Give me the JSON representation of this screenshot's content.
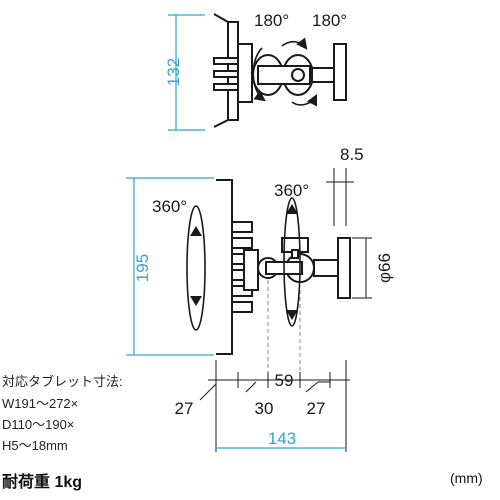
{
  "dimensions": {
    "overall_height_top": "132",
    "overall_height_front": "195",
    "flange_diameter": "φ66",
    "arm_offset": "8.5",
    "arm_spacing": "59",
    "left_offset": "27",
    "mid_offset": "30",
    "right_offset": "27",
    "overall_depth": "143"
  },
  "rotations": {
    "top_left": "180°",
    "top_right": "180°",
    "front_left": "360°",
    "front_right": "360°"
  },
  "compatible_tablet": {
    "heading": "対応タブレット寸法:",
    "width": "W191〜272×",
    "depth": "D110〜190×",
    "height": "H5〜18mm"
  },
  "load_capacity": "耐荷重 1kg",
  "unit": "(mm)",
  "colors": {
    "line": "#1a1a1a",
    "dimension": "#2aa7d8",
    "gray": "#888888"
  }
}
